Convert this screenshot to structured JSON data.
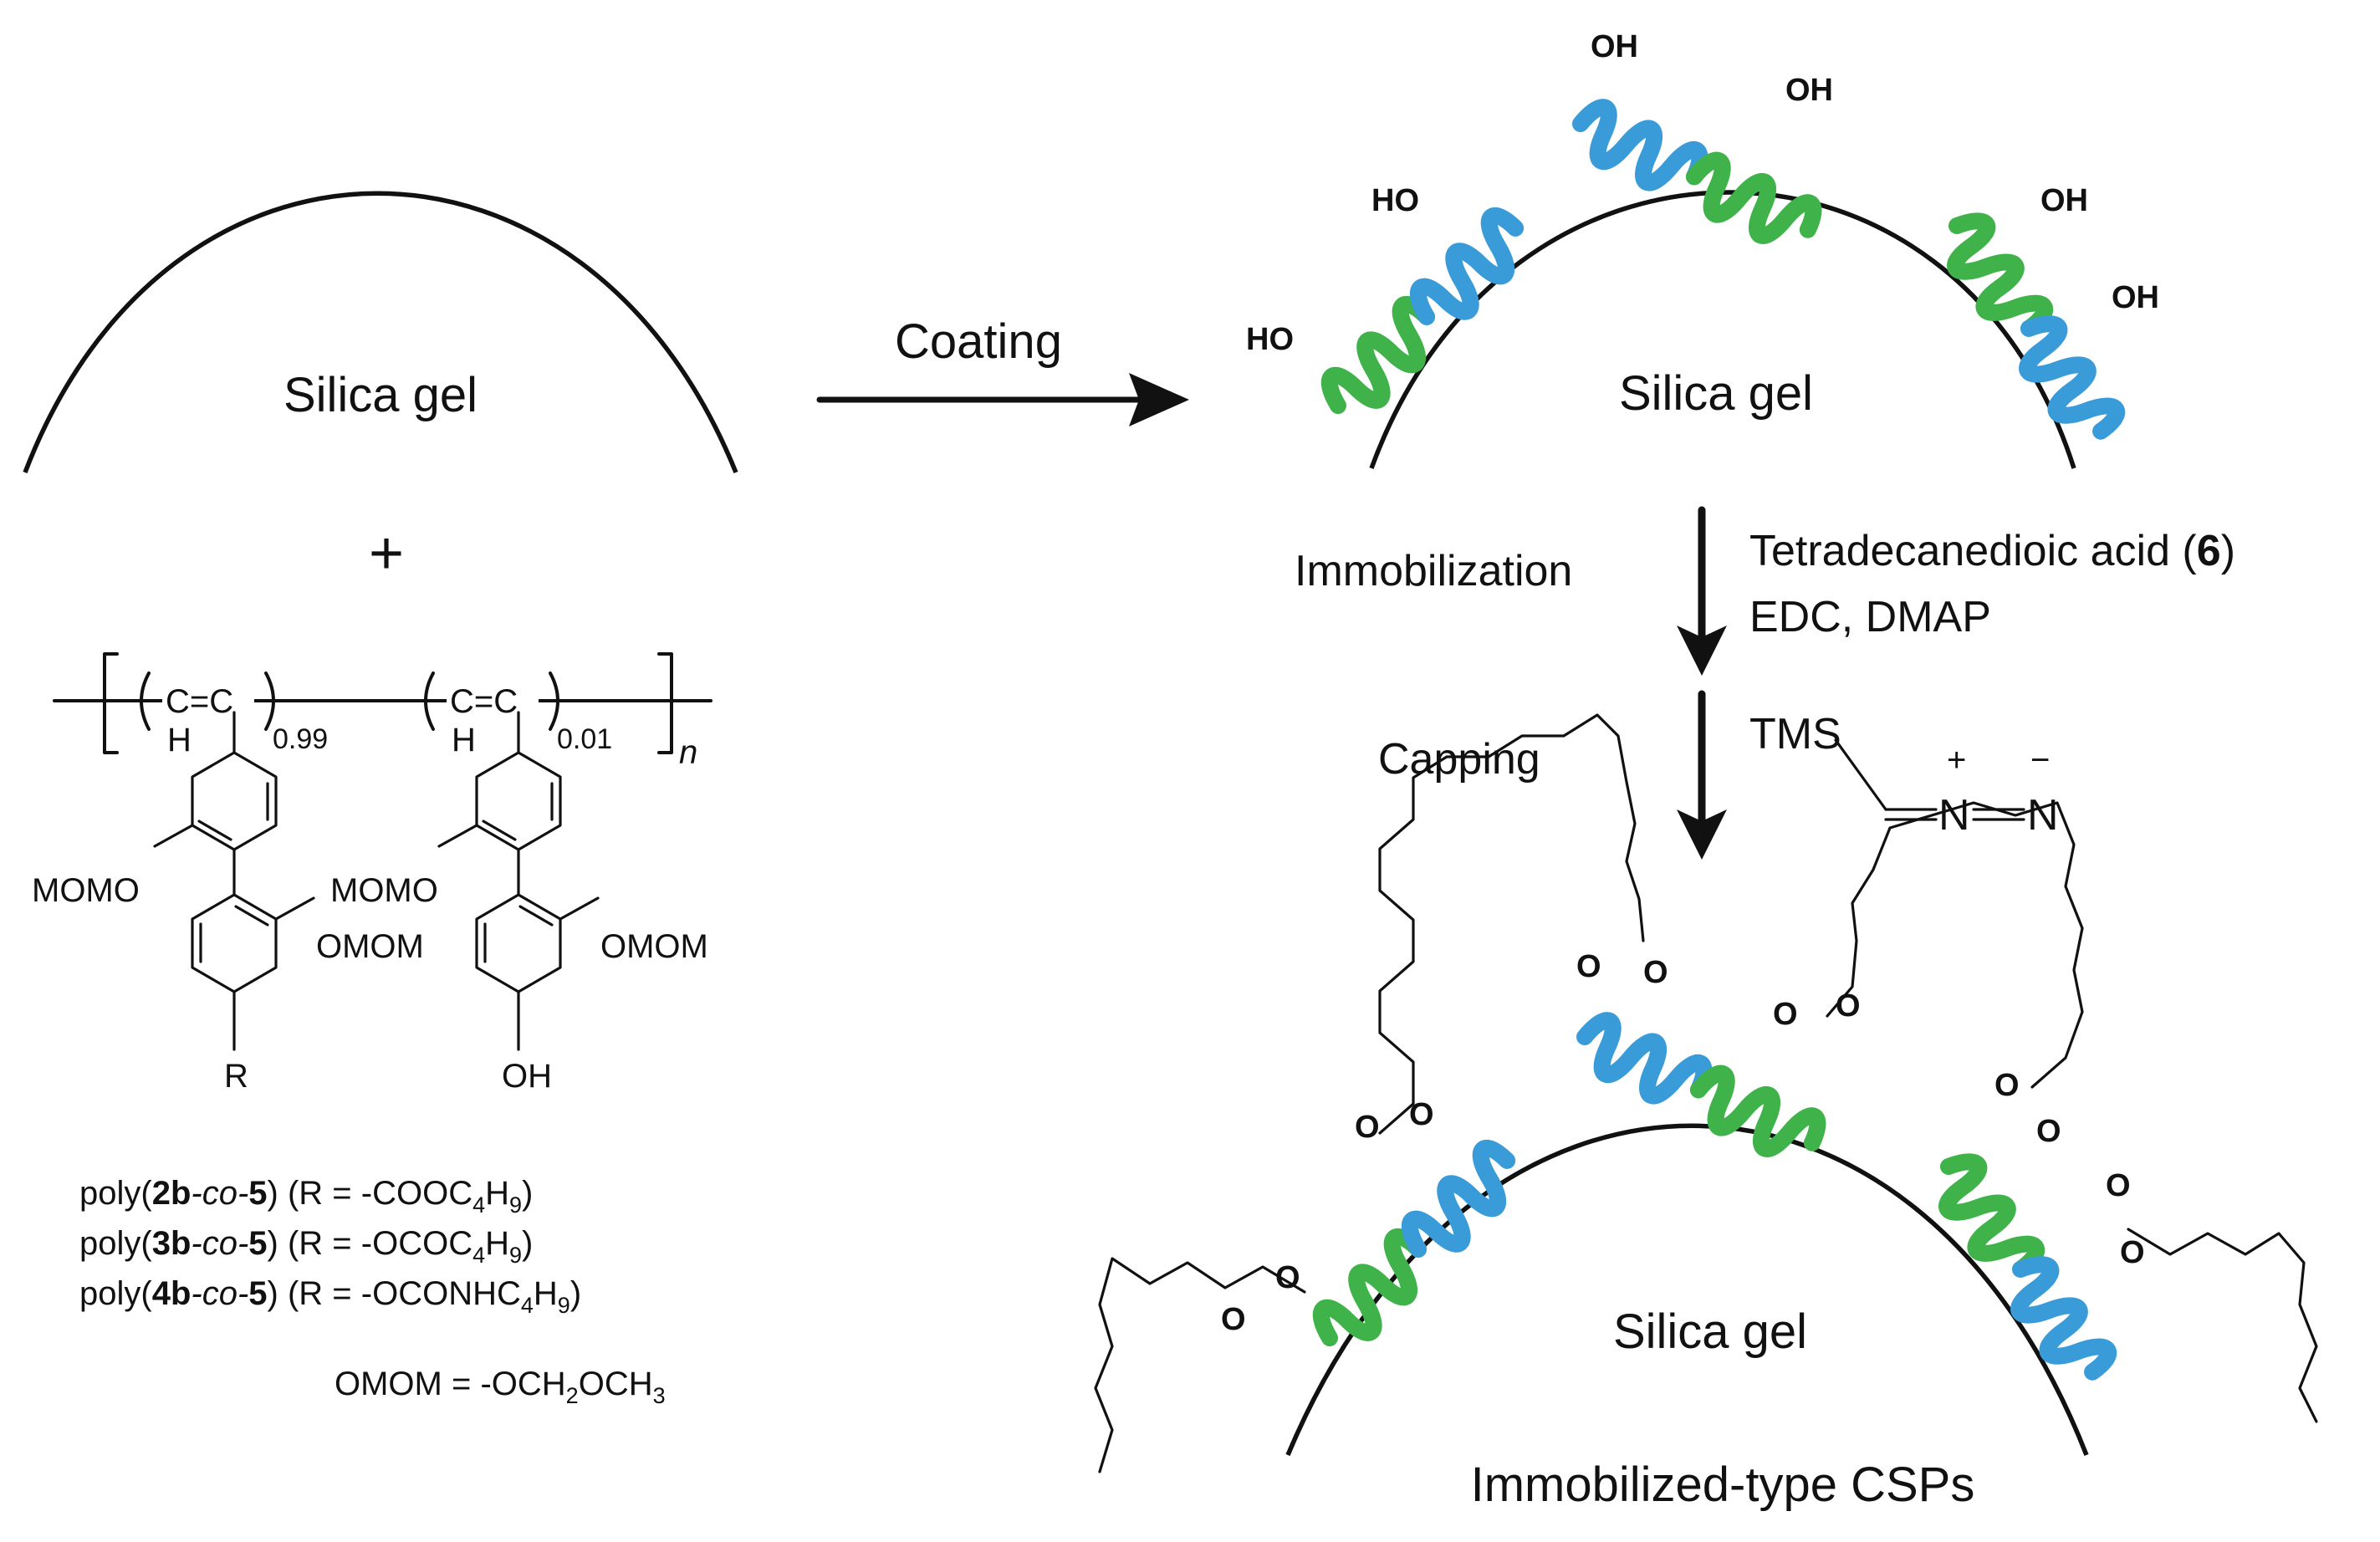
{
  "colors": {
    "helix_blue": "#3a9bd9",
    "helix_green": "#3fb34a",
    "ink": "#111111"
  },
  "left_panel": {
    "silica_label": "Silica gel",
    "plus": "+",
    "polymer": {
      "ch": "C=C",
      "h": "H",
      "sub1": "0.99",
      "sub2": "0.01",
      "n": "n",
      "momo": "MOMO",
      "omom": "OMOM",
      "r": "R",
      "oh": "OH"
    },
    "compounds": [
      {
        "pre": "poly(",
        "num": "2b",
        "mid": "-co-",
        "num2": "5",
        "post": ") (R = -COOC",
        "sub": "4",
        "end": "H",
        "sub2": "9",
        "close": ")"
      },
      {
        "pre": "poly(",
        "num": "3b",
        "mid": "-co-",
        "num2": "5",
        "post": ") (R = -OCOC",
        "sub": "4",
        "end": "H",
        "sub2": "9",
        "close": ")"
      },
      {
        "pre": "poly(",
        "num": "4b",
        "mid": "-co-",
        "num2": "5",
        "post": ") (R = -OCONHC",
        "sub": "4",
        "end": "H",
        "sub2": "9",
        "close": ")"
      }
    ],
    "omom_def": {
      "a": "OMOM = -OCH",
      "s1": "2",
      "b": "OCH",
      "s2": "3"
    }
  },
  "steps": {
    "coating": "Coating",
    "immobilization": "Immobilization",
    "reagent_line1": "Tetradecanedioic acid (",
    "reagent_num": "6",
    "reagent_close": ")",
    "reagent_line2": "EDC, DMAP",
    "capping": "Capping",
    "tms": "TMS",
    "n1": "N",
    "n2": "N",
    "plus": "+",
    "minus": "−"
  },
  "top_right": {
    "silica_label": "Silica gel",
    "oh": "OH",
    "ho": "HO"
  },
  "bottom_right": {
    "silica_label": "Silica gel",
    "o": "O",
    "caption": "Immobilized-type CSPs"
  }
}
